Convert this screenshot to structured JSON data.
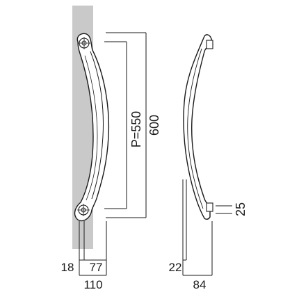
{
  "drawing": {
    "front_view": {
      "pitch_label": "P=550",
      "total_length_label": "600",
      "offset_label": "18",
      "post_center_label": "77",
      "overall_depth_label": "110"
    },
    "side_view": {
      "base_offset_label": "22",
      "overall_projection_label": "84",
      "base_width_label": "25"
    }
  },
  "colors": {
    "door_panel": "#c9c9c9",
    "line": "#1a1a1a",
    "handle_fill": "#ffffff"
  }
}
